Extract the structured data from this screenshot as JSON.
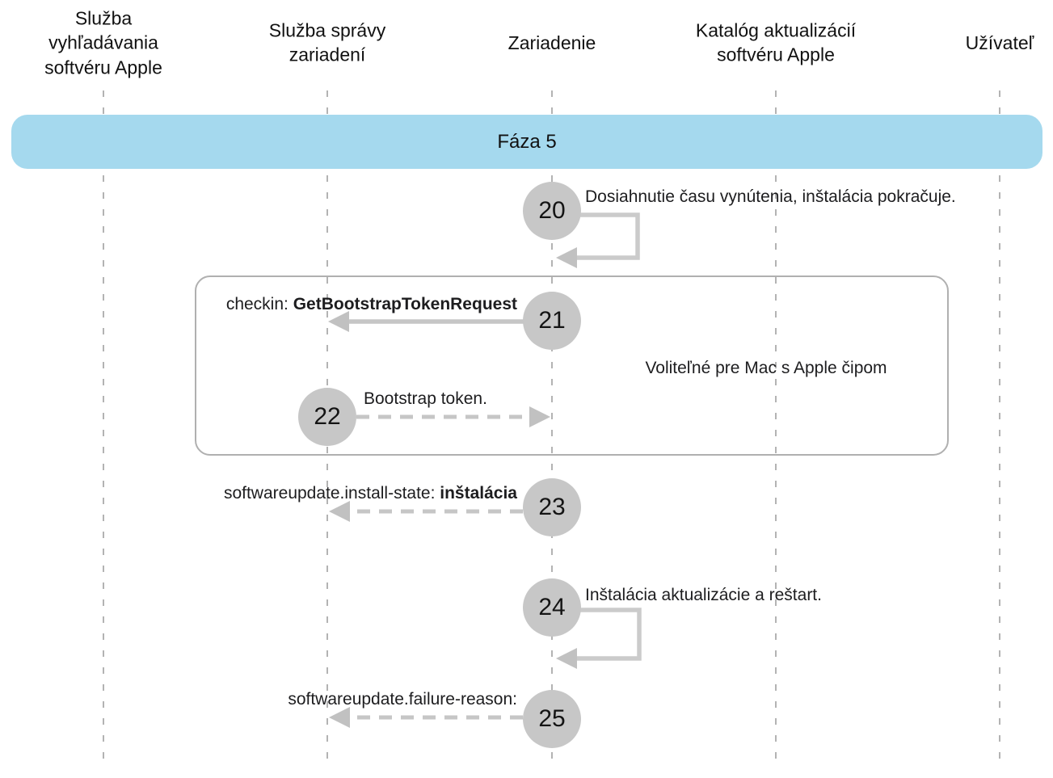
{
  "phase": {
    "label": "Fáza 5"
  },
  "actors": [
    "Služba\nvyhľadávania\nsoftvéru Apple",
    "Služba správy\nzariadení",
    "Zariadenie",
    "Katalóg aktualizácií\nsoftvéru Apple",
    "Užívateľ"
  ],
  "steps": [
    {
      "number": "20",
      "label": "Dosiahnutie času vynútenia, inštalácia pokračuje."
    },
    {
      "number": "21",
      "label_prefix": "checkin: ",
      "label_emphasis": "GetBootstrapTokenRequest"
    },
    {
      "number": "22",
      "label": "Bootstrap token."
    },
    {
      "number": "23",
      "label_prefix": "softwareupdate.install-state: ",
      "label_emphasis": "inštalácia"
    },
    {
      "number": "24",
      "label": "Inštalácia aktualizácie a reštart."
    },
    {
      "number": "25",
      "label": "softwareupdate.failure-reason:"
    }
  ],
  "optional_note": "Voliteľné pre Mac s Apple čipom",
  "colors": {
    "phase_banner": "#a5d9ee",
    "step_circle": "#c7c7c7",
    "arrow": "#c6c6c6",
    "lifeline": "#b3b3b3",
    "group_box_border": "#b0b0b0",
    "text": "#1d1d1f"
  }
}
